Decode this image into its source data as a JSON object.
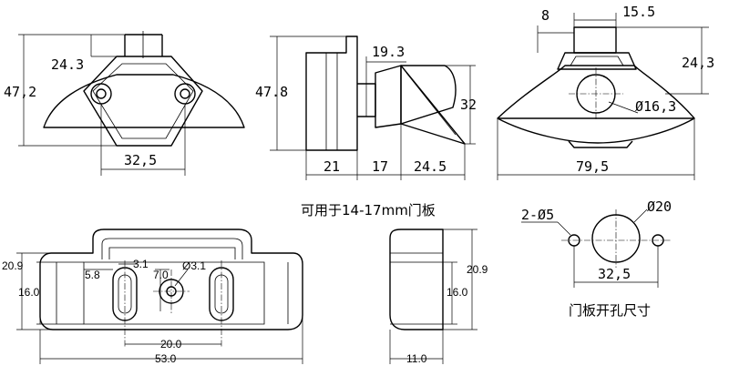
{
  "front_view": {
    "height_total": "47,2",
    "height_body": "24.3",
    "width_screws": "32,5"
  },
  "side_view": {
    "height_total": "47.8",
    "button_length": "19.3",
    "bolt_height": "32",
    "width_base": "21",
    "width_gap": "17",
    "width_bolt": "24.5"
  },
  "top_view": {
    "offset": "8",
    "width_top": "15.5",
    "height_right": "24,3",
    "hole_diameter": "Ø16,3",
    "width_total": "79,5"
  },
  "caption_thickness": "可用于14-17mm门板",
  "strike_plate": {
    "height_left": "20.9",
    "height_inner": "16.0",
    "dim_small": "5.8",
    "dim_31": "3.1",
    "dim_70": "7.0",
    "hole_dia": "Ø3.1",
    "slot_pitch": "20.0",
    "width_total": "53.0"
  },
  "strike_side": {
    "height_right": "20.9",
    "height_inner": "16.0",
    "depth": "11.0"
  },
  "cutout": {
    "small_holes": "2-Ø5",
    "big_hole": "Ø20",
    "hole_pitch": "32,5",
    "caption": "门板开孔尺寸"
  }
}
